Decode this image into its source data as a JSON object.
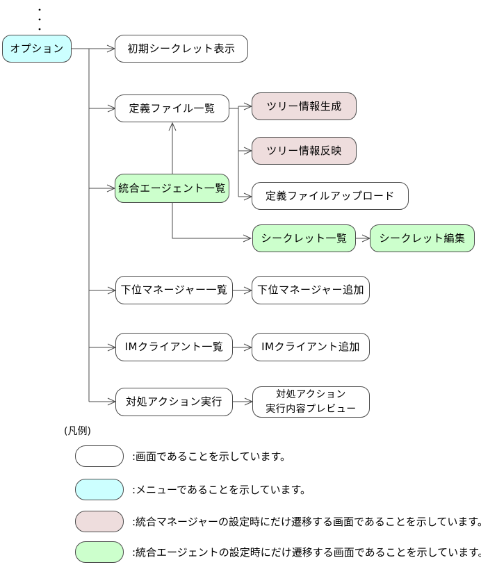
{
  "diagram": {
    "continuation_dots": "vertical-ellipsis",
    "nodes": {
      "option": {
        "label": "オプション",
        "type": "menu"
      },
      "initial_secret": {
        "label": "初期シークレット表示",
        "type": "screen"
      },
      "def_file_list": {
        "label": "定義ファイル一覧",
        "type": "screen"
      },
      "tree_gen": {
        "label": "ツリー情報生成",
        "type": "manager_only_screen"
      },
      "tree_reflect": {
        "label": "ツリー情報反映",
        "type": "manager_only_screen"
      },
      "agent_list": {
        "label": "統合エージェント一覧",
        "type": "agent_only_screen"
      },
      "def_file_upload": {
        "label": "定義ファイルアップロード",
        "type": "screen"
      },
      "secret_list": {
        "label": "シークレット一覧",
        "type": "agent_only_screen"
      },
      "secret_edit": {
        "label": "シークレット編集",
        "type": "agent_only_screen"
      },
      "sub_manager_list": {
        "label": "下位マネージャー一覧",
        "type": "screen"
      },
      "sub_manager_add": {
        "label": "下位マネージャー追加",
        "type": "screen"
      },
      "im_client_list": {
        "label": "IMクライアント一覧",
        "type": "screen"
      },
      "im_client_add": {
        "label": "IMクライアント追加",
        "type": "screen"
      },
      "action_exec": {
        "label": "対処アクション実行",
        "type": "screen"
      },
      "action_preview": {
        "line1": "対処アクション",
        "line2": "実行内容プレビュー",
        "type": "screen"
      }
    },
    "legend": {
      "title": "(凡例)",
      "items": [
        {
          "color": "#FFFFFF",
          "label": ":画面であることを示しています。"
        },
        {
          "color": "#CCFFFF",
          "label": ":メニューであることを示しています。"
        },
        {
          "color": "#EEDDDD",
          "label": ":統合マネージャーの設定時にだけ遷移する画面であることを示しています。"
        },
        {
          "color": "#CCFFCC",
          "label": ":統合エージェントの設定時にだけ遷移する画面であることを示しています。"
        }
      ]
    },
    "colors": {
      "menu_fill": "#CCFFFF",
      "screen_fill": "#FFFFFF",
      "manager_only_fill": "#EEDDDD",
      "agent_only_fill": "#CCFFCC",
      "line": "#4A4A4A"
    }
  }
}
